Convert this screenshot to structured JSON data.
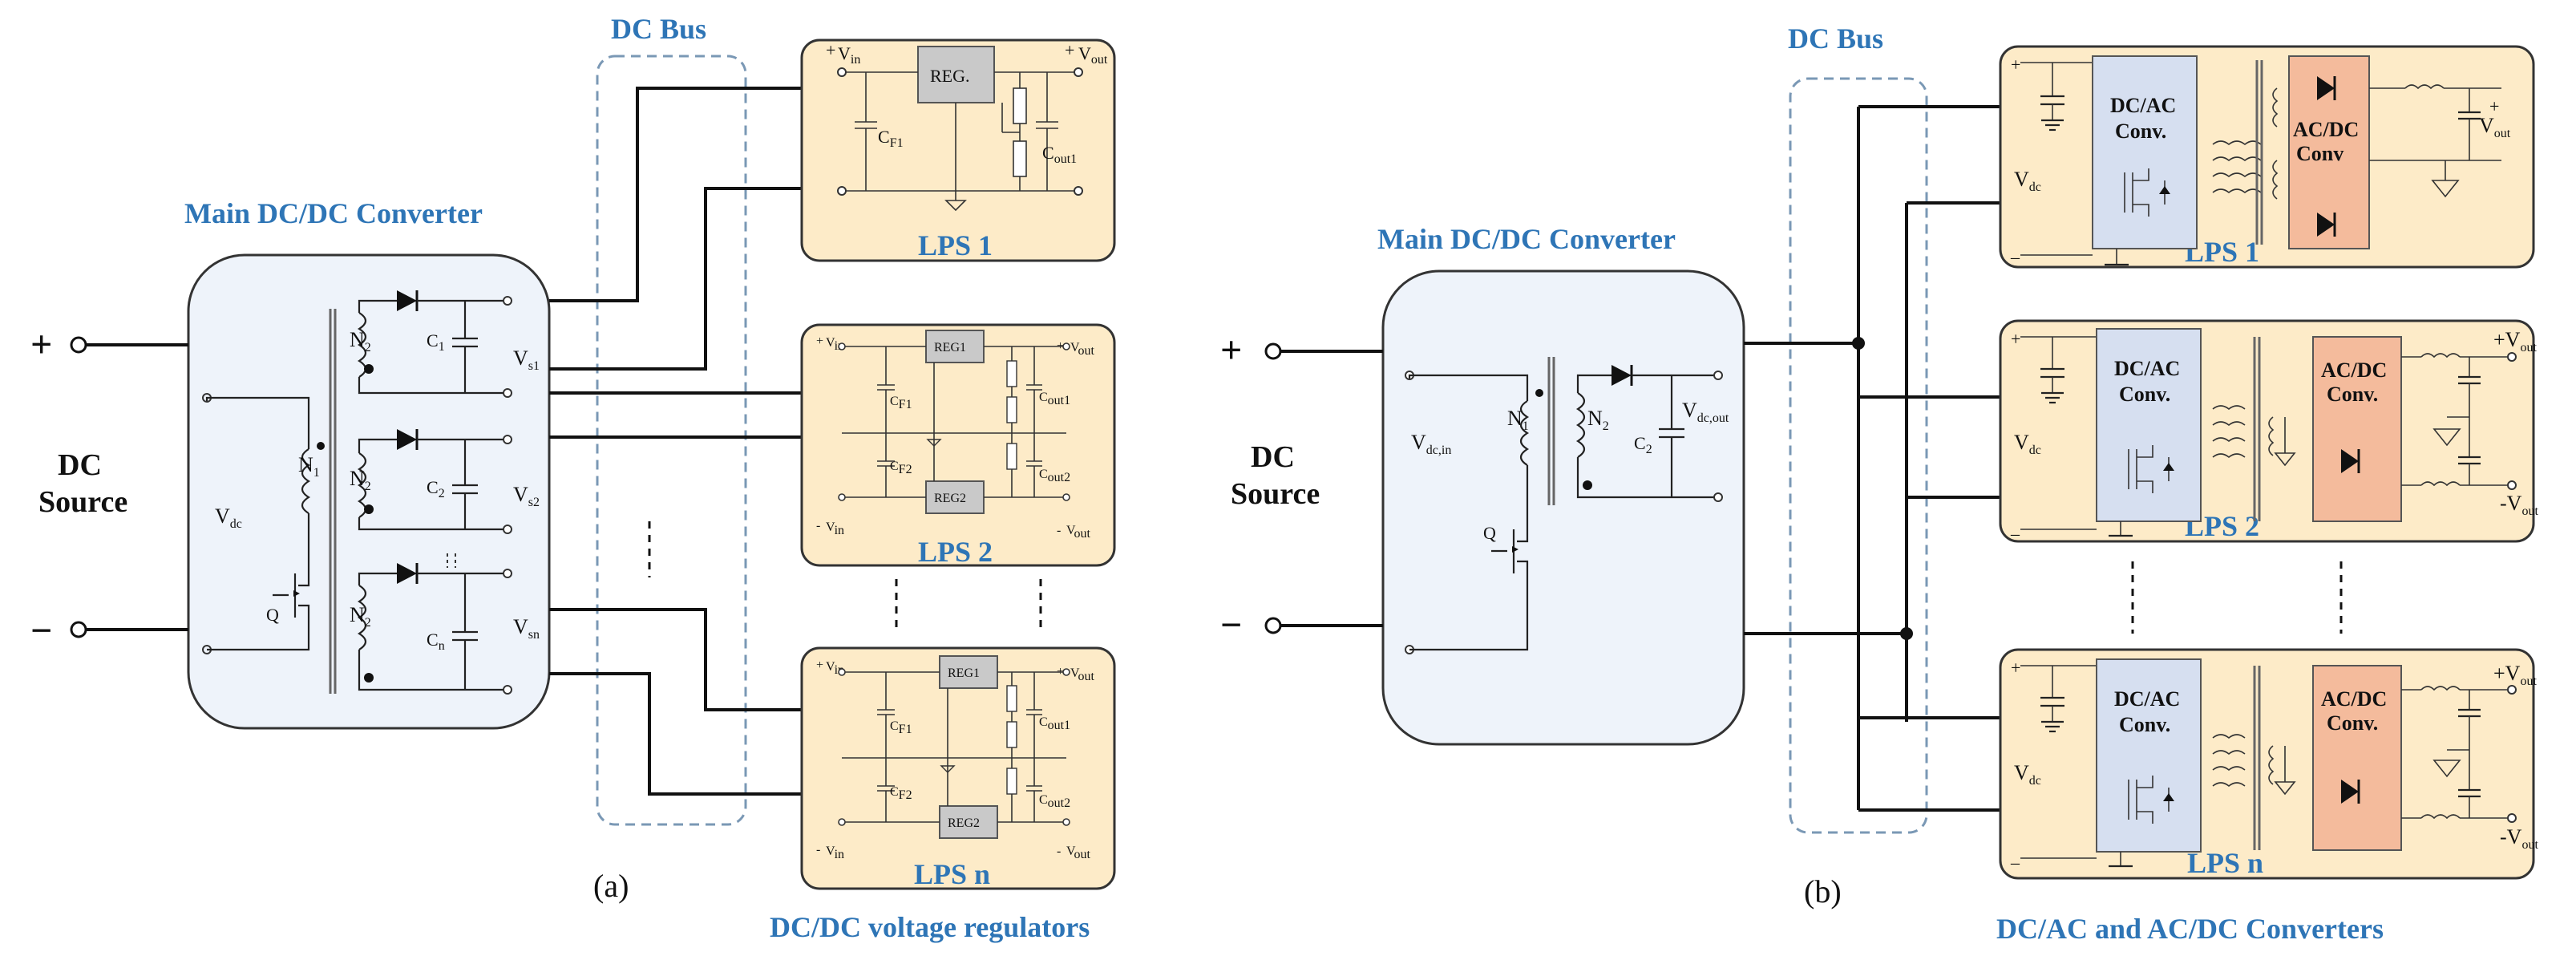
{
  "panel_a": {
    "label": "(a)",
    "dc_bus": "DC Bus",
    "main_title": "Main DC/DC Converter",
    "plus": "+",
    "minus": "−",
    "source_line1": "DC",
    "source_line2": "Source",
    "vdc": "V",
    "vdc_sub": "dc",
    "n1": "N",
    "n1_sub": "1",
    "n2": "N",
    "n2_sub": "2",
    "q": "Q",
    "c1": "C",
    "c1_sub": "1",
    "c2": "C",
    "c2_sub": "2",
    "cn": "C",
    "cn_sub": "n",
    "vs1": "V",
    "vs1_sub": "s1",
    "vs2": "V",
    "vs2_sub": "s2",
    "vsn": "V",
    "vsn_sub": "sn",
    "lps1": "LPS 1",
    "lps2": "LPS 2",
    "lpsn": "LPS n",
    "reg": "REG.",
    "reg1": "REG1",
    "reg2": "REG2",
    "vin": "V",
    "vin_sub": "in",
    "vout": "V",
    "vout_sub": "out",
    "cf1": "C",
    "cf1_sub": "F1",
    "cf2": "C",
    "cf2_sub": "F2",
    "cout1": "C",
    "cout1_sub": "out1",
    "cout2": "C",
    "cout2_sub": "out2",
    "footer": "DC/DC voltage regulators"
  },
  "panel_b": {
    "label": "(b)",
    "dc_bus": "DC Bus",
    "main_title": "Main DC/DC Converter",
    "plus": "+",
    "minus": "−",
    "source_line1": "DC",
    "source_line2": "Source",
    "vdcin": "V",
    "vdcin_sub": "dc,in",
    "vdcout": "V",
    "vdcout_sub": "dc,out",
    "n1": "N",
    "n1_sub": "1",
    "n2": "N",
    "n2_sub": "2",
    "c2": "C",
    "c2_sub": "2",
    "q": "Q",
    "lps1": "LPS 1",
    "lps2": "LPS 2",
    "lpsn": "LPS n",
    "dcac_line1": "DC/AC",
    "dcac_line2": "Conv.",
    "acdc_line1": "AC/DC",
    "acdc_line2": "Conv.",
    "acdc1_line2": "Conv",
    "vdc": "V",
    "vdc_sub": "dc",
    "vout": "V",
    "vout_sub": "out",
    "plus_vout": "+V",
    "minus_vout": "-V",
    "footer": "DC/AC and AC/DC Converters"
  },
  "colors": {
    "main_box_fill": "#eef3fa",
    "lps_box_fill": "#fdebc8",
    "dcac_fill": "#d6dff0",
    "acdc_fill": "#f4bb9c",
    "reg_fill": "#c9c9c9",
    "title_blue": "#2e75b6",
    "bus_dash": "#7a98b5"
  }
}
